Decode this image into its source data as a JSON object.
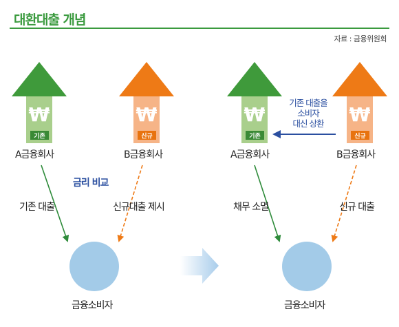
{
  "header": {
    "title": "대환대출 개념",
    "source": "자료 : 금융위원회"
  },
  "left_panel": {
    "bank_a": {
      "name": "A금융회사",
      "tag": "기존",
      "symbol": "₩"
    },
    "bank_b": {
      "name": "B금융회사",
      "tag": "신규",
      "symbol": "₩"
    },
    "compare_label": "금리 비교",
    "flow_a_label": "기존 대출",
    "flow_b_label": "신규대출 제시",
    "consumer": "금융소비자"
  },
  "right_panel": {
    "bank_a": {
      "name": "A금융회사",
      "tag": "기존",
      "symbol": "₩"
    },
    "bank_b": {
      "name": "B금융회사",
      "tag": "신규",
      "symbol": "₩"
    },
    "repay_note": [
      "기존 대출을",
      "소비자",
      "대신 상환"
    ],
    "flow_a_label": "채무 소멸",
    "flow_b_label": "신규 대출",
    "consumer": "금융소비자"
  },
  "colors": {
    "green_roof": "#3f9a3b",
    "green_body": "#a9cf8c",
    "green_tag": "#3a8a35",
    "orange_roof": "#ee7a16",
    "orange_body": "#f6b487",
    "orange_tag": "#e8730f",
    "consumer_circle": "#a3cbe8",
    "arrow_blue": "#2b4fa0"
  }
}
